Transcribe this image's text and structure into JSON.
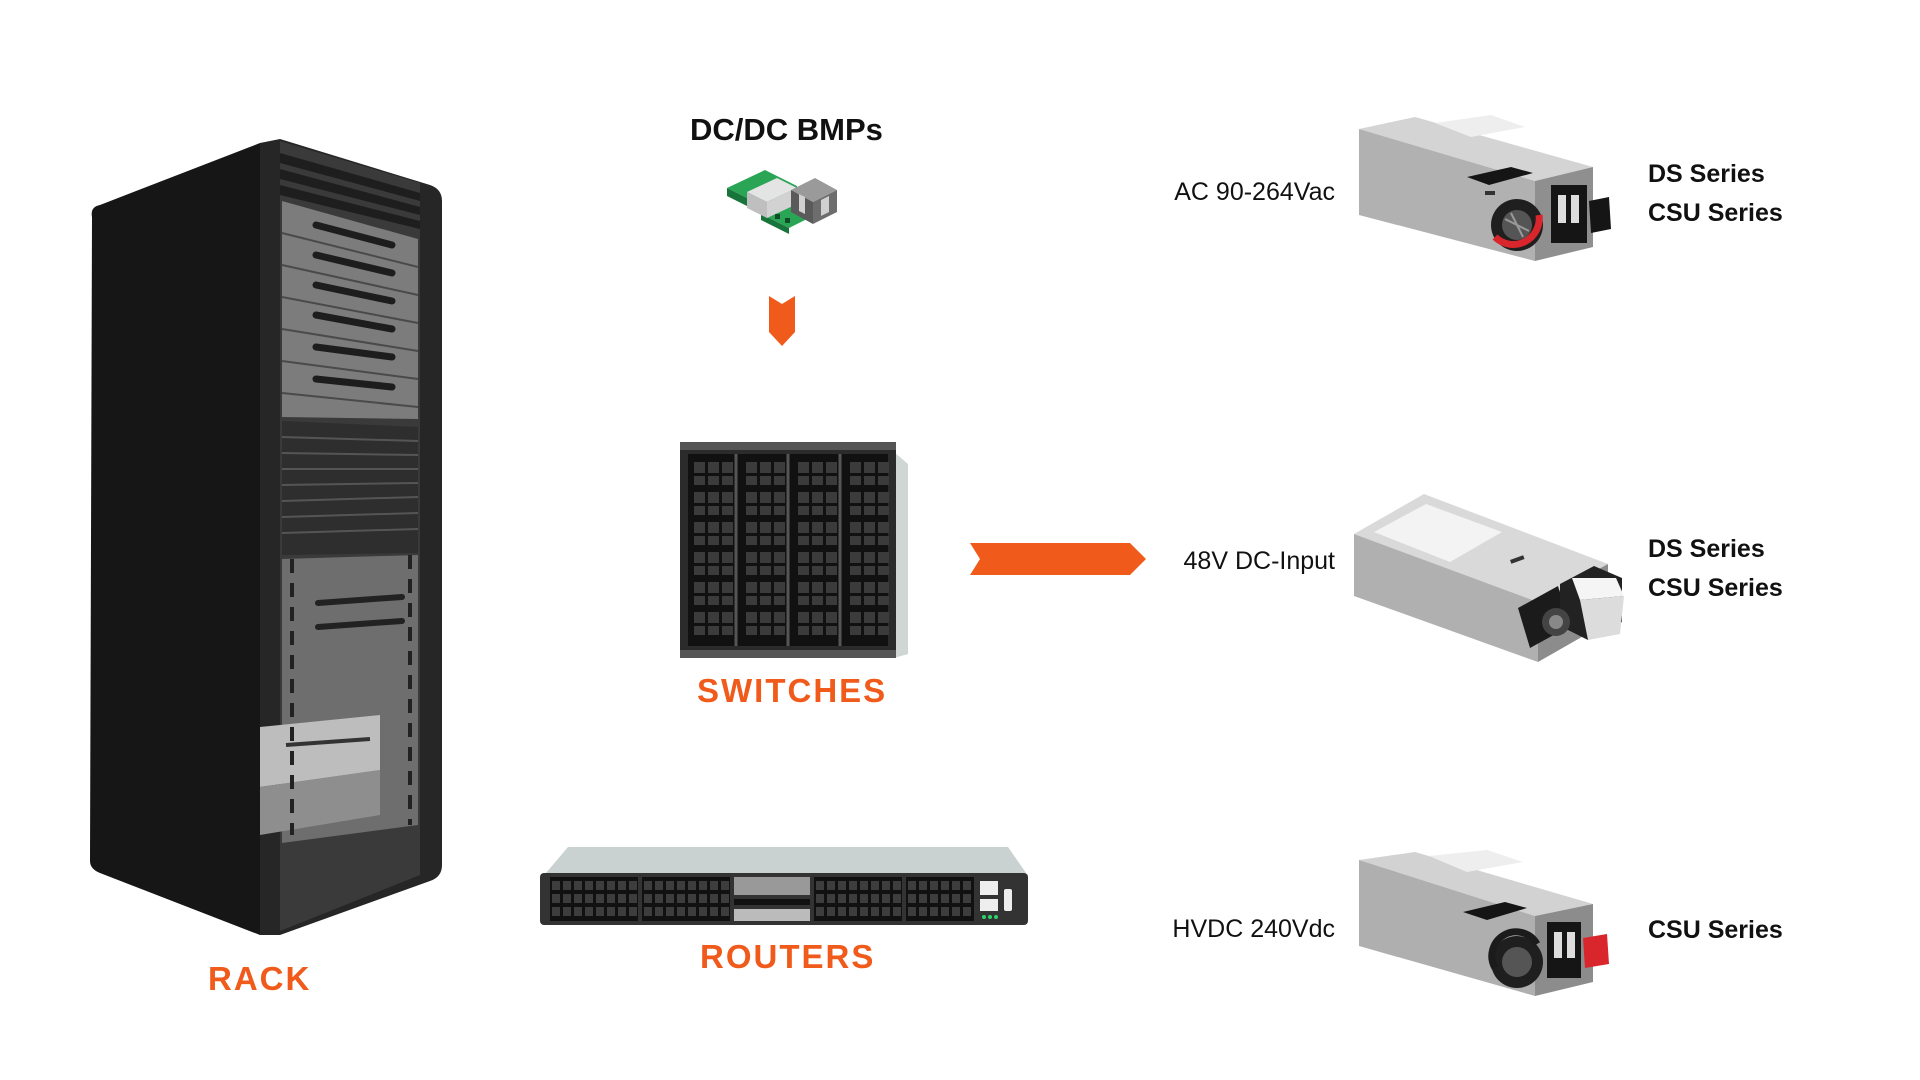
{
  "rack": {
    "label": "RACK"
  },
  "bmp": {
    "title": "DC/DC BMPs"
  },
  "switches": {
    "label": "SWITCHES"
  },
  "routers": {
    "label": "ROUTERS"
  },
  "psus": [
    {
      "input": "AC 90-264Vac",
      "series": [
        "DS Series",
        "CSU Series"
      ]
    },
    {
      "input": "48V DC-Input",
      "series": [
        "DS Series",
        "CSU Series"
      ]
    },
    {
      "input": "HVDC 240Vdc",
      "series": [
        "CSU Series"
      ]
    }
  ],
  "colors": {
    "accent": "#f05a1a",
    "rack": "#1a1a1a",
    "psu_body": "#a9a9a9",
    "handle_red": "#d9262c",
    "pcb_green": "#1f9a4a"
  }
}
